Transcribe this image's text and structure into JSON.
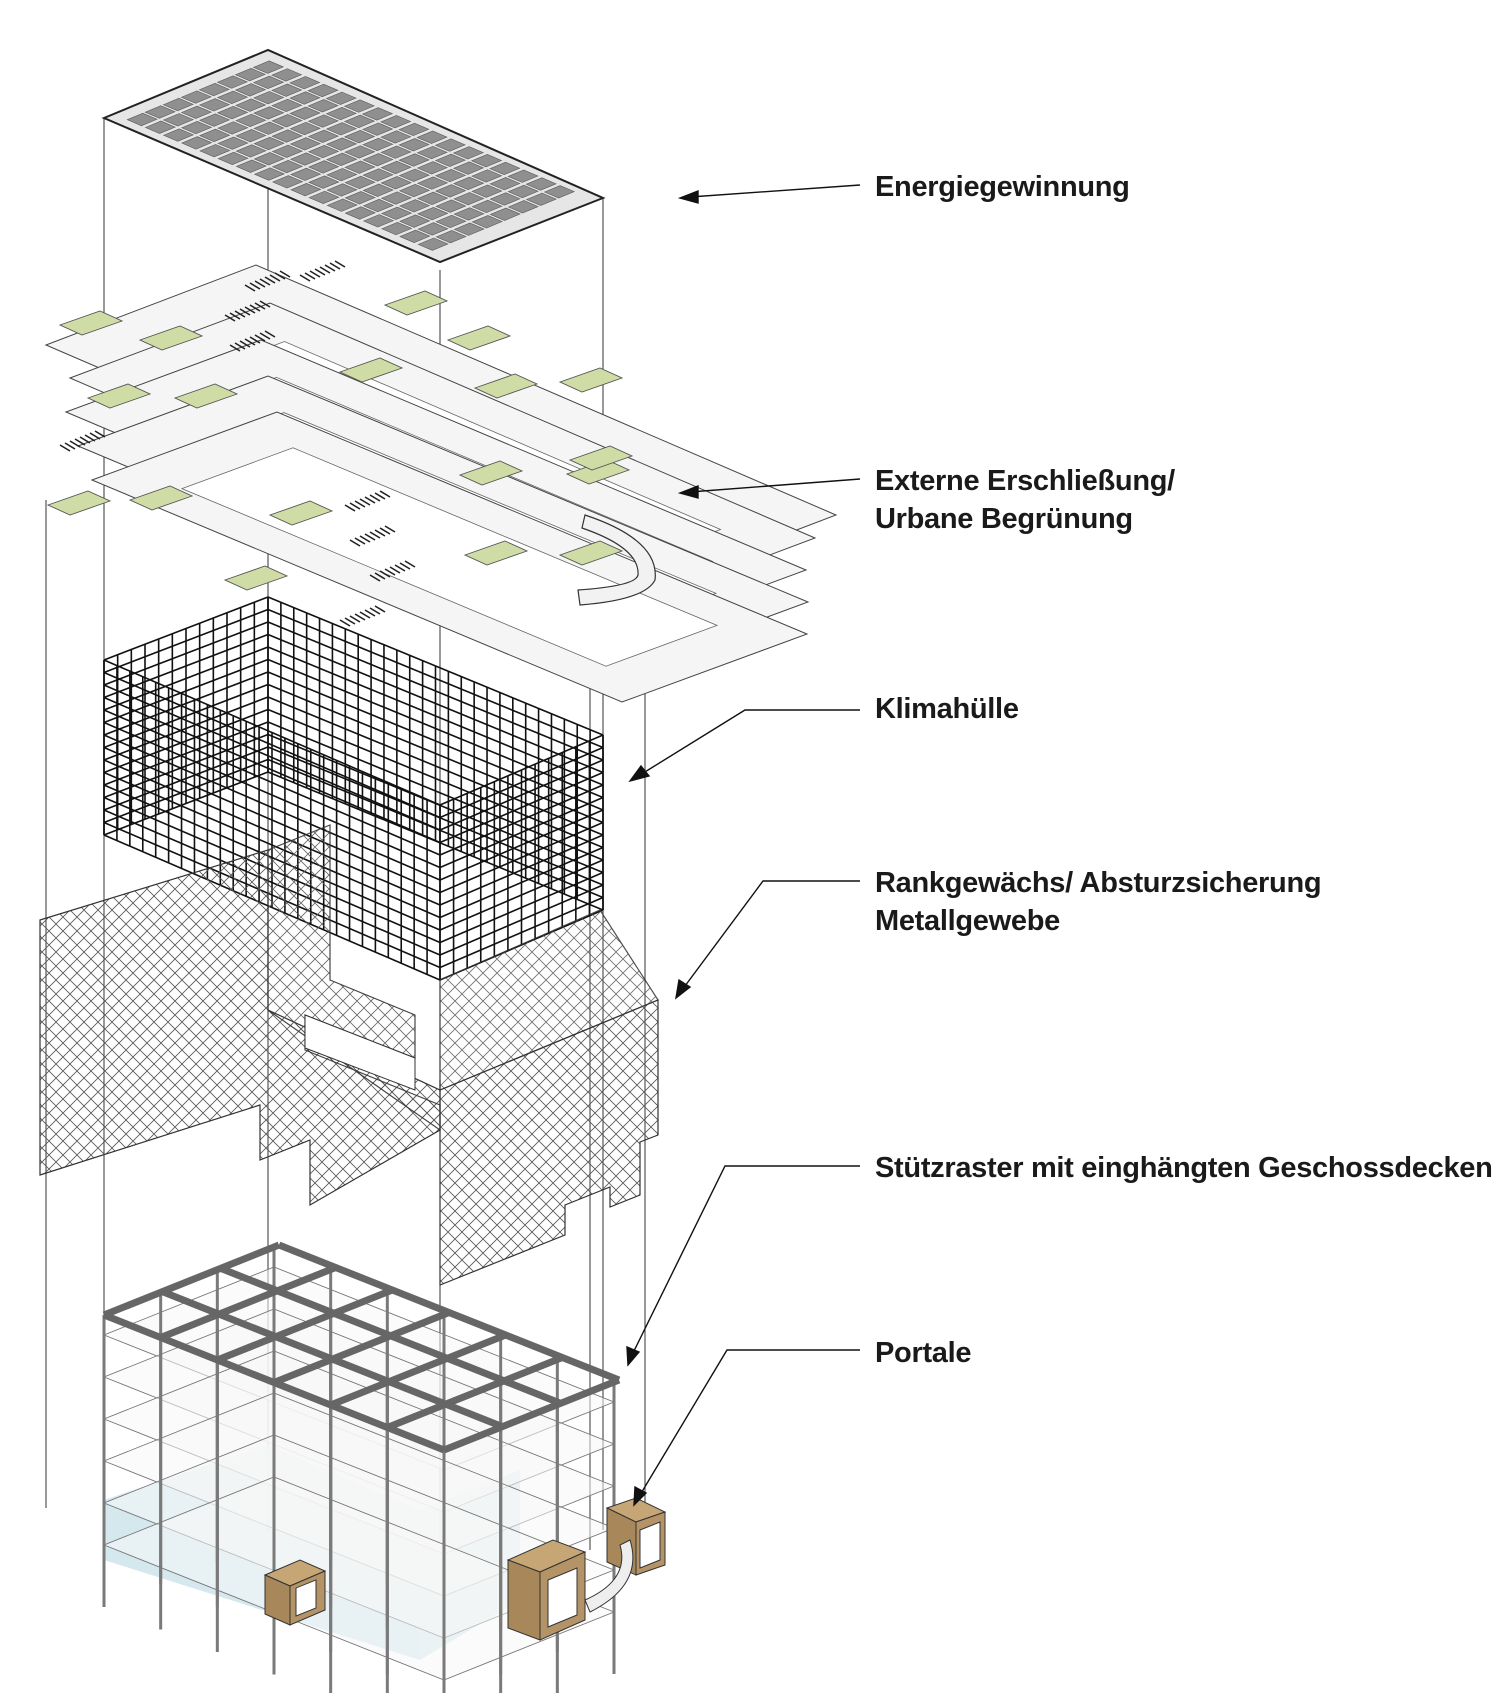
{
  "labels": {
    "energie": "Energiegewinnung",
    "extern_line1": "Externe Erschließung/",
    "extern_line2": "Urbane Begrünung",
    "klima": "Klimahülle",
    "rank_line1": "Rankgewächs/ Absturzsicherung",
    "rank_line2": "Metallgewebe",
    "stuetz": "Stützraster mit einghängten Geschossdecken",
    "portale": "Portale"
  },
  "colors": {
    "line": "#222222",
    "solar_panel": "#8f8f8f",
    "slab": "#f4f4f4",
    "green_planter": "#cfdca5",
    "portal_wood": "#a8875a",
    "glazing": "#c9e2ea",
    "frame": "#7a7a7a"
  }
}
